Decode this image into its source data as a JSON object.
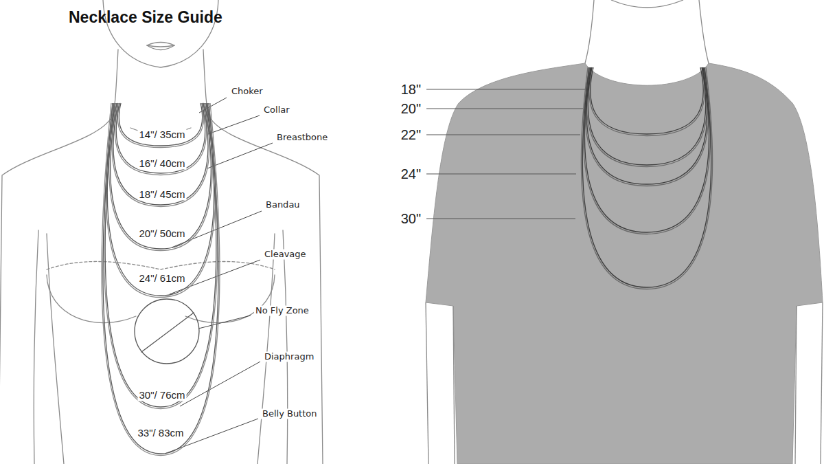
{
  "diagram": {
    "title": "Necklace Size Guide",
    "labels": [
      "Choker",
      "Collar",
      "14\"/ 35cm",
      "Breastbone",
      "16\"/ 40cm",
      "18\"/ 45cm",
      "Bandau",
      "20\"/ 50cm",
      "Cleavage",
      "24\"/ 61cm",
      "No Fly Zone",
      "Diaphragm",
      "30\"/ 76cm",
      "Belly Button",
      "33\"/ 83cm",
      "18\"",
      "20\"",
      "22\"",
      "24\"",
      "30\""
    ]
  }
}
